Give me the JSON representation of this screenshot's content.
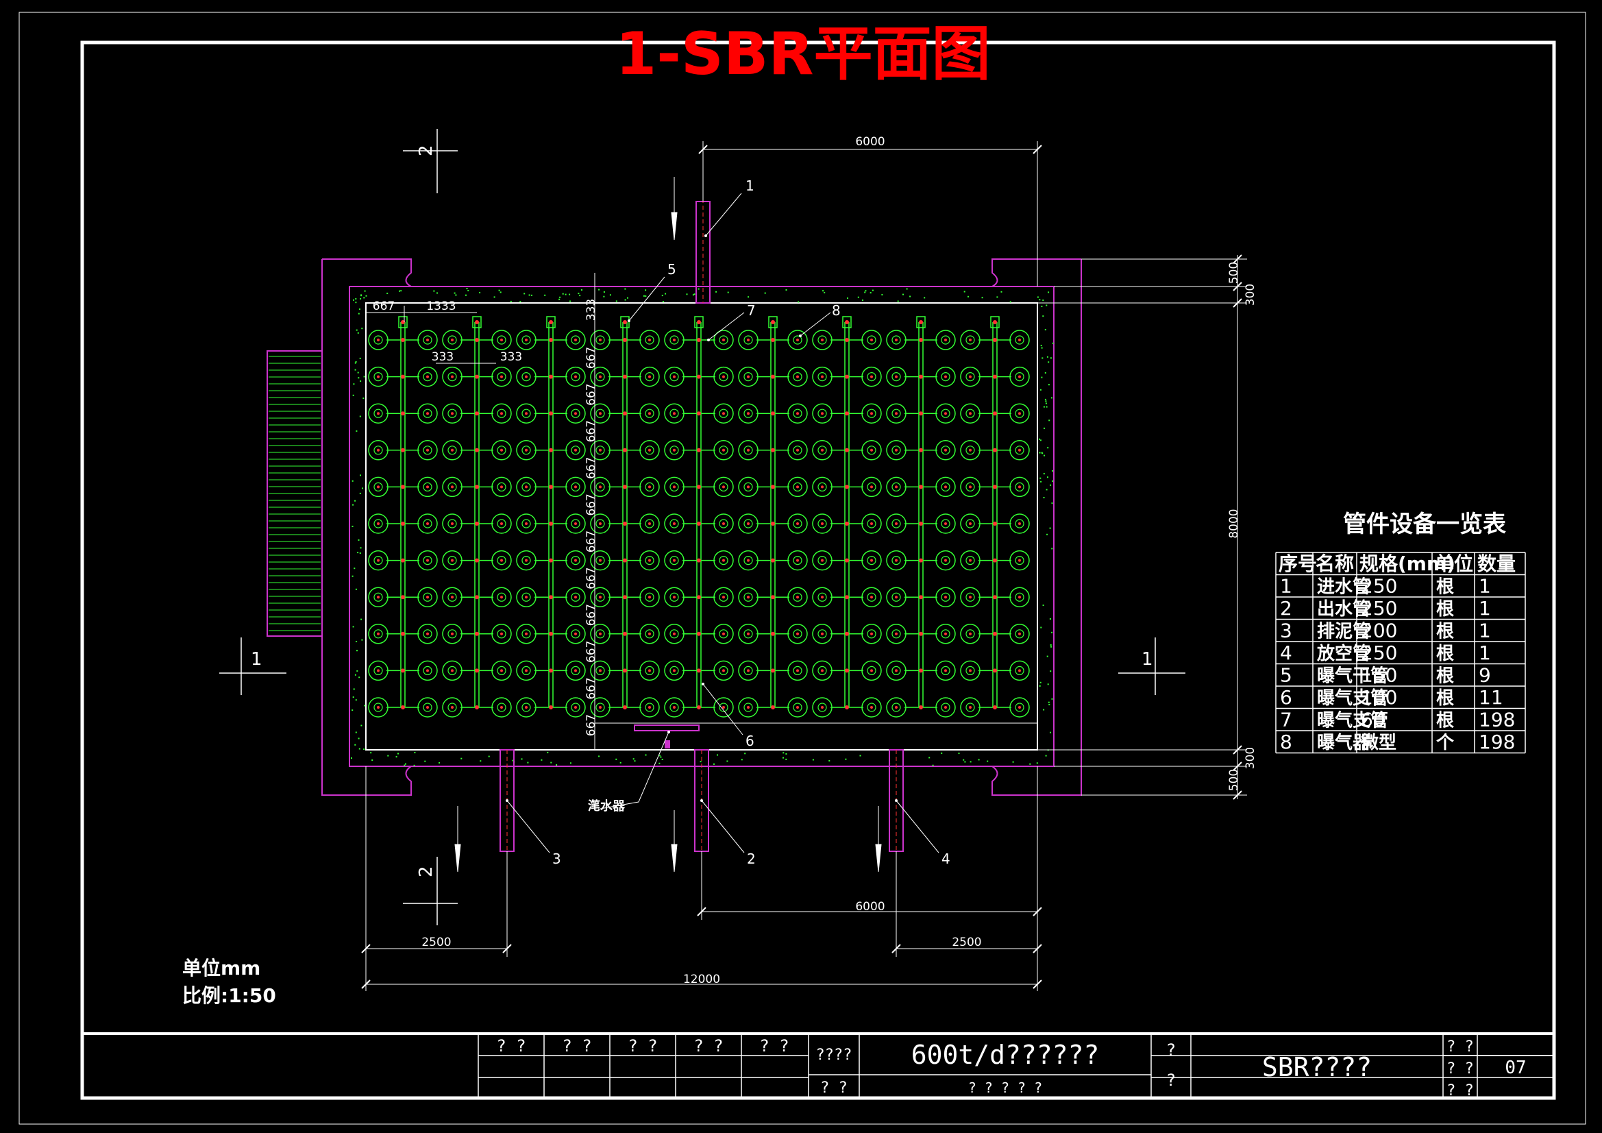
{
  "drawing": {
    "title": "1-SBR平面图",
    "unit_text": "单位mm",
    "scale_text": "比例:1:50"
  },
  "dimensions": {
    "top_width": "6000",
    "bottom_width": "6000",
    "overall_width": "12000",
    "left_offset": "2500",
    "right_offset": "2500",
    "height": "8000",
    "wall_top_outer": "500",
    "wall_top_inner": "300",
    "wall_bottom_inner": "300",
    "wall_bottom_outer": "500",
    "grid_x_first": "667",
    "grid_x_step": "1333",
    "grid_y_first": "333",
    "diffuser_left": "333",
    "diffuser_right": "333",
    "grid_y_step": "667"
  },
  "callouts": [
    "1",
    "2",
    "3",
    "4",
    "5",
    "6",
    "7",
    "8"
  ],
  "decanter_label": "滗水器",
  "section_marks": {
    "section_1": "1",
    "section_2": "2"
  },
  "equipment_table": {
    "title": "管件设备一览表",
    "headers": [
      "序号",
      "名称",
      "规格(mm)",
      "单位",
      "数量"
    ],
    "rows": [
      [
        "1",
        "进水管",
        "250",
        "根",
        "1"
      ],
      [
        "2",
        "出水管",
        "250",
        "根",
        "1"
      ],
      [
        "3",
        "排泥管",
        "200",
        "根",
        "1"
      ],
      [
        "4",
        "放空管",
        "250",
        "根",
        "1"
      ],
      [
        "5",
        "曝气干管",
        "150",
        "根",
        "9"
      ],
      [
        "6",
        "曝气支管",
        "100",
        "根",
        "11"
      ],
      [
        "7",
        "曝气支管",
        "60",
        "根",
        "198"
      ],
      [
        "8",
        "曝气器",
        "微型",
        "个",
        "198"
      ]
    ]
  },
  "title_block": {
    "sign_cells": [
      "? ?",
      "? ?",
      "? ?",
      "? ?",
      "? ?"
    ],
    "project_label": "????",
    "project_name": "600t/d??????",
    "sub_label": "? ?",
    "sub_text": "? ? ? ? ?",
    "mid_top": "?",
    "mid_bottom": "?",
    "drawing_name": "SBR????",
    "right_labels": [
      "? ?",
      "? ?",
      "? ?"
    ],
    "sheet_no": "07"
  },
  "colors": {
    "background": "#000000",
    "frame": "#ffffff",
    "title": "#ff0000",
    "tank_wall": "#cc33cc",
    "aeration": "#33ff33",
    "pipe_center": "#ff3333",
    "dimension": "#ffffff"
  }
}
